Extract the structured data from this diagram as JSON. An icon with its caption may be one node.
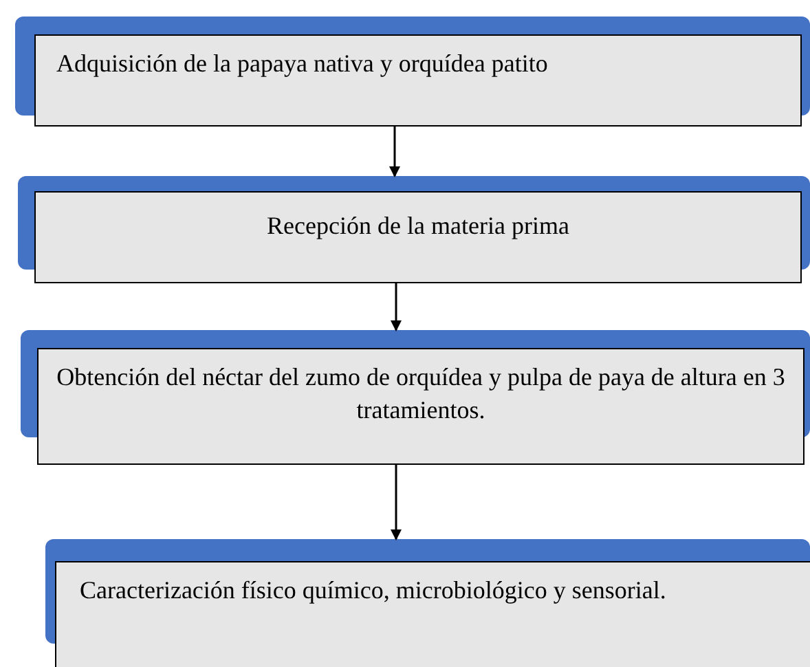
{
  "diagram": {
    "nodes": [
      {
        "text": [
          "Adquisición de la papaya nativa y orquídea patito"
        ]
      },
      {
        "text": [
          "Recepción de la materia prima"
        ]
      },
      {
        "text": [
          "Obtención del néctar del zumo de orquídea y pulpa de paya de altura en 3 tratamientos."
        ]
      },
      {
        "text": [
          "Caracterización físico químico, microbiológico y sensorial."
        ]
      }
    ],
    "edges": [
      {
        "from": 0,
        "to": 1,
        "arrow": "to"
      },
      {
        "from": 1,
        "to": 2,
        "arrow": "to"
      },
      {
        "from": 2,
        "to": 3,
        "arrow": "to"
      }
    ]
  }
}
